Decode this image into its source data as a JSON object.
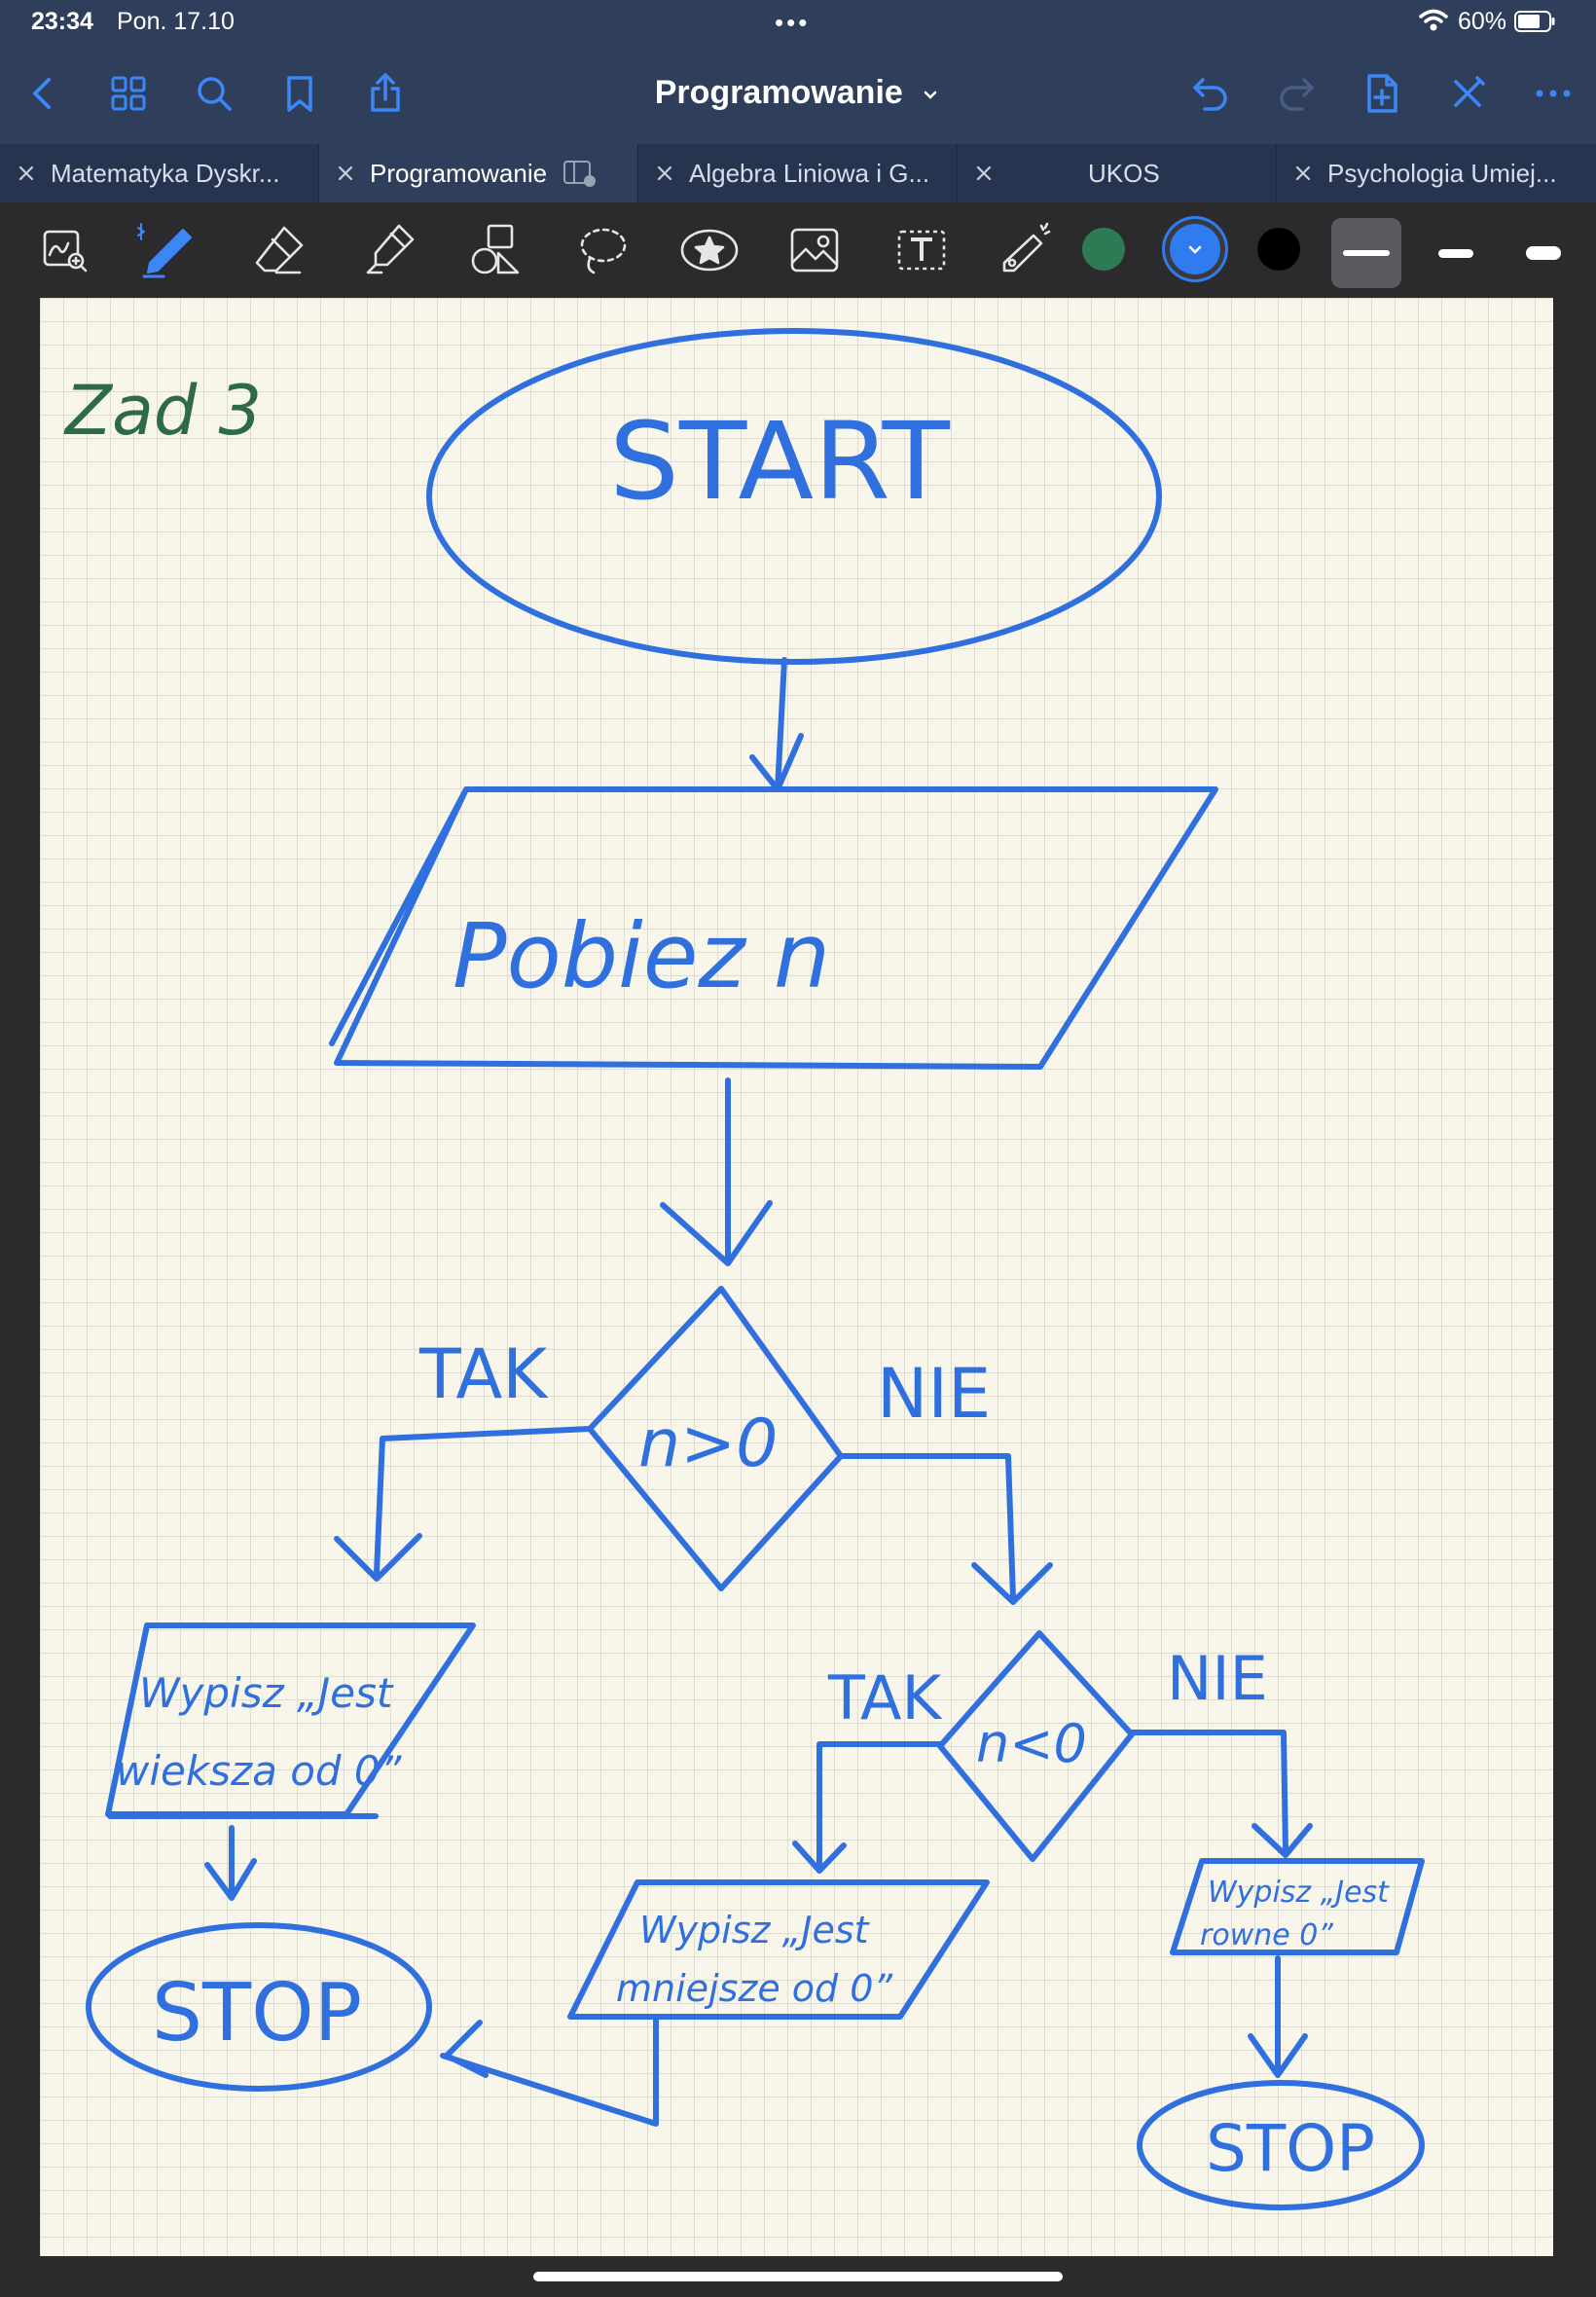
{
  "status_bar": {
    "time": "23:34",
    "date": "Pon. 17.10",
    "dots": "•••",
    "battery": "60%"
  },
  "nav": {
    "title": "Programowanie",
    "icons": [
      "back-chevron-icon",
      "grid-view-icon",
      "search-icon",
      "bookmark-icon",
      "share-icon",
      "undo-icon",
      "redo-icon",
      "add-page-icon",
      "close-icon",
      "more-icon"
    ]
  },
  "tabs": [
    {
      "label": "Matematyka Dyskr..."
    },
    {
      "label": "Programowanie"
    },
    {
      "label": "Algebra Liniowa i G..."
    },
    {
      "label": "UKOS"
    },
    {
      "label": "Psychologia Umiej..."
    }
  ],
  "toolbar": {
    "tools": [
      "zoom-lasso-icon",
      "pen-icon",
      "eraser-icon",
      "highlighter-icon",
      "shapes-icon",
      "lasso-icon",
      "sticker-icon",
      "image-icon",
      "text-icon",
      "laser-pointer-icon"
    ],
    "colors": [
      "#2d7a55",
      "#2f7cf0",
      "#000000"
    ],
    "selected_color": "#2f7cf0"
  },
  "note": {
    "heading": "Zad 3",
    "start": "START",
    "input": "Pobiez n",
    "decision1": "n>0",
    "tak1": "TAK",
    "nie1": "NIE",
    "output_left_line1": "Wypisz „Jest",
    "output_left_line2": "wieksza od 0”",
    "stop_left": "STOP",
    "decision2": "n<0",
    "tak2": "TAK",
    "nie2": "NIE",
    "output_mid_line1": "Wypisz „Jest",
    "output_mid_line2": "mniejsze od 0”",
    "output_right_line1": "Wypisz „Jest",
    "output_right_line2": "rowne 0”",
    "stop_right": "STOP"
  },
  "colors": {
    "ink_blue": "#2f6fde",
    "ink_green": "#2d6b45",
    "paper": "#f8f6ea",
    "nav_bg": "#2e3e5b"
  }
}
